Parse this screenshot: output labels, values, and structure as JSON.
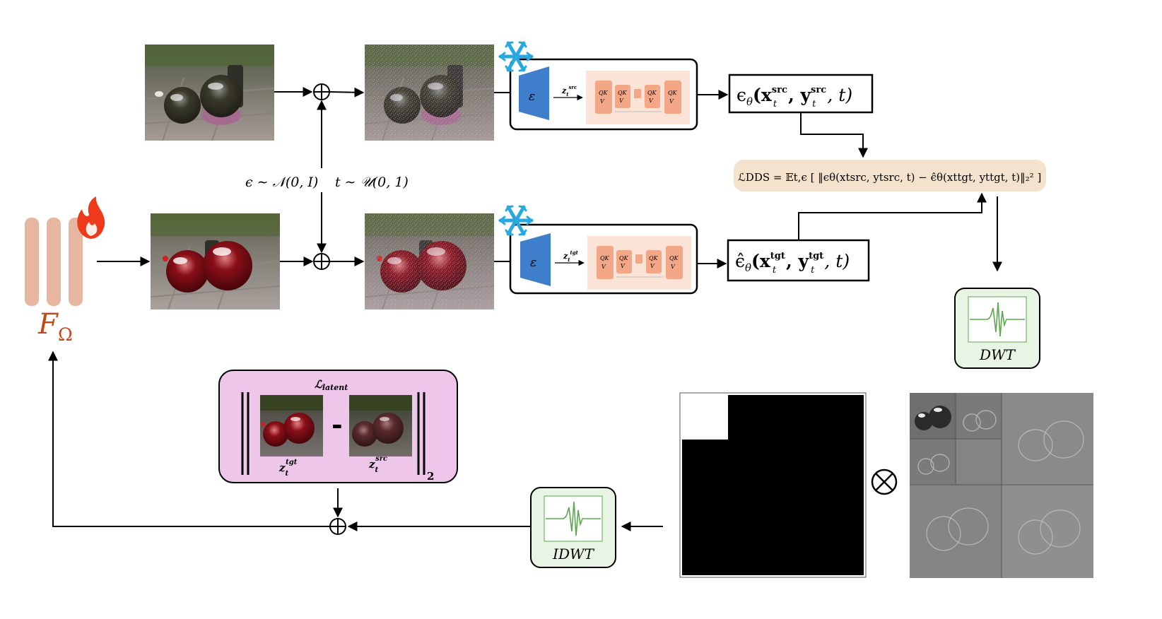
{
  "math": {
    "noise_eps": "ϵ ∼ 𝒩(0, I)",
    "noise_t": "t ∼ 𝒰(0, 1)",
    "z_src": "src",
    "z_tgt": "tgt",
    "eps_top_head": "ϵ",
    "eps_top_tail": "(x",
    "eps_top_sup1": "src",
    "eps_top_mid": ", y",
    "eps_top_sup2": "src",
    "eps_top_end": ", t)",
    "eps_bot_head": "ϵ̂",
    "eps_bot_tail": "(x",
    "eps_bot_sup1": "tgt",
    "eps_bot_mid": ", y",
    "eps_bot_sup2": "tgt",
    "eps_bot_end": ", t)",
    "theta": "θ",
    "t_sub": "t",
    "dds_loss": "ℒDDS = 𝔼t,ϵ [ ‖ϵθ(xtsrc, ytsrc, t) − ϵ̂θ(xttgt, yttgt, t)‖₂² ]",
    "f_omega_F": "F",
    "f_omega_sub": "Ω",
    "latent_loss_L": "ℒ",
    "latent_loss_sub": "latent",
    "norm_sub": "2",
    "z_label": "z",
    "z_tgt_label": "tgt",
    "z_src_label": "src",
    "minus": "-"
  },
  "unet_labels": [
    "QK",
    "V"
  ],
  "encoder_symbol": "ε",
  "blocks": {
    "dwt_label": "DWT",
    "idwt_label": "IDWT",
    "otimes": "⊗"
  },
  "colors": {
    "encoder_blue": "#3f7ecb",
    "unet_bg": "#fbe3d8",
    "unet_block": "#f4a786",
    "dds_bg": "#f4e2cc",
    "latent_bg": "#eec6ea",
    "wave_bg": "#e9f5e4",
    "wave_green": "#5aa84e",
    "fire": "#ee3a1a",
    "snow": "#29a8e0",
    "bars": "#e6b6a0",
    "f_omega": "#c0491c"
  }
}
